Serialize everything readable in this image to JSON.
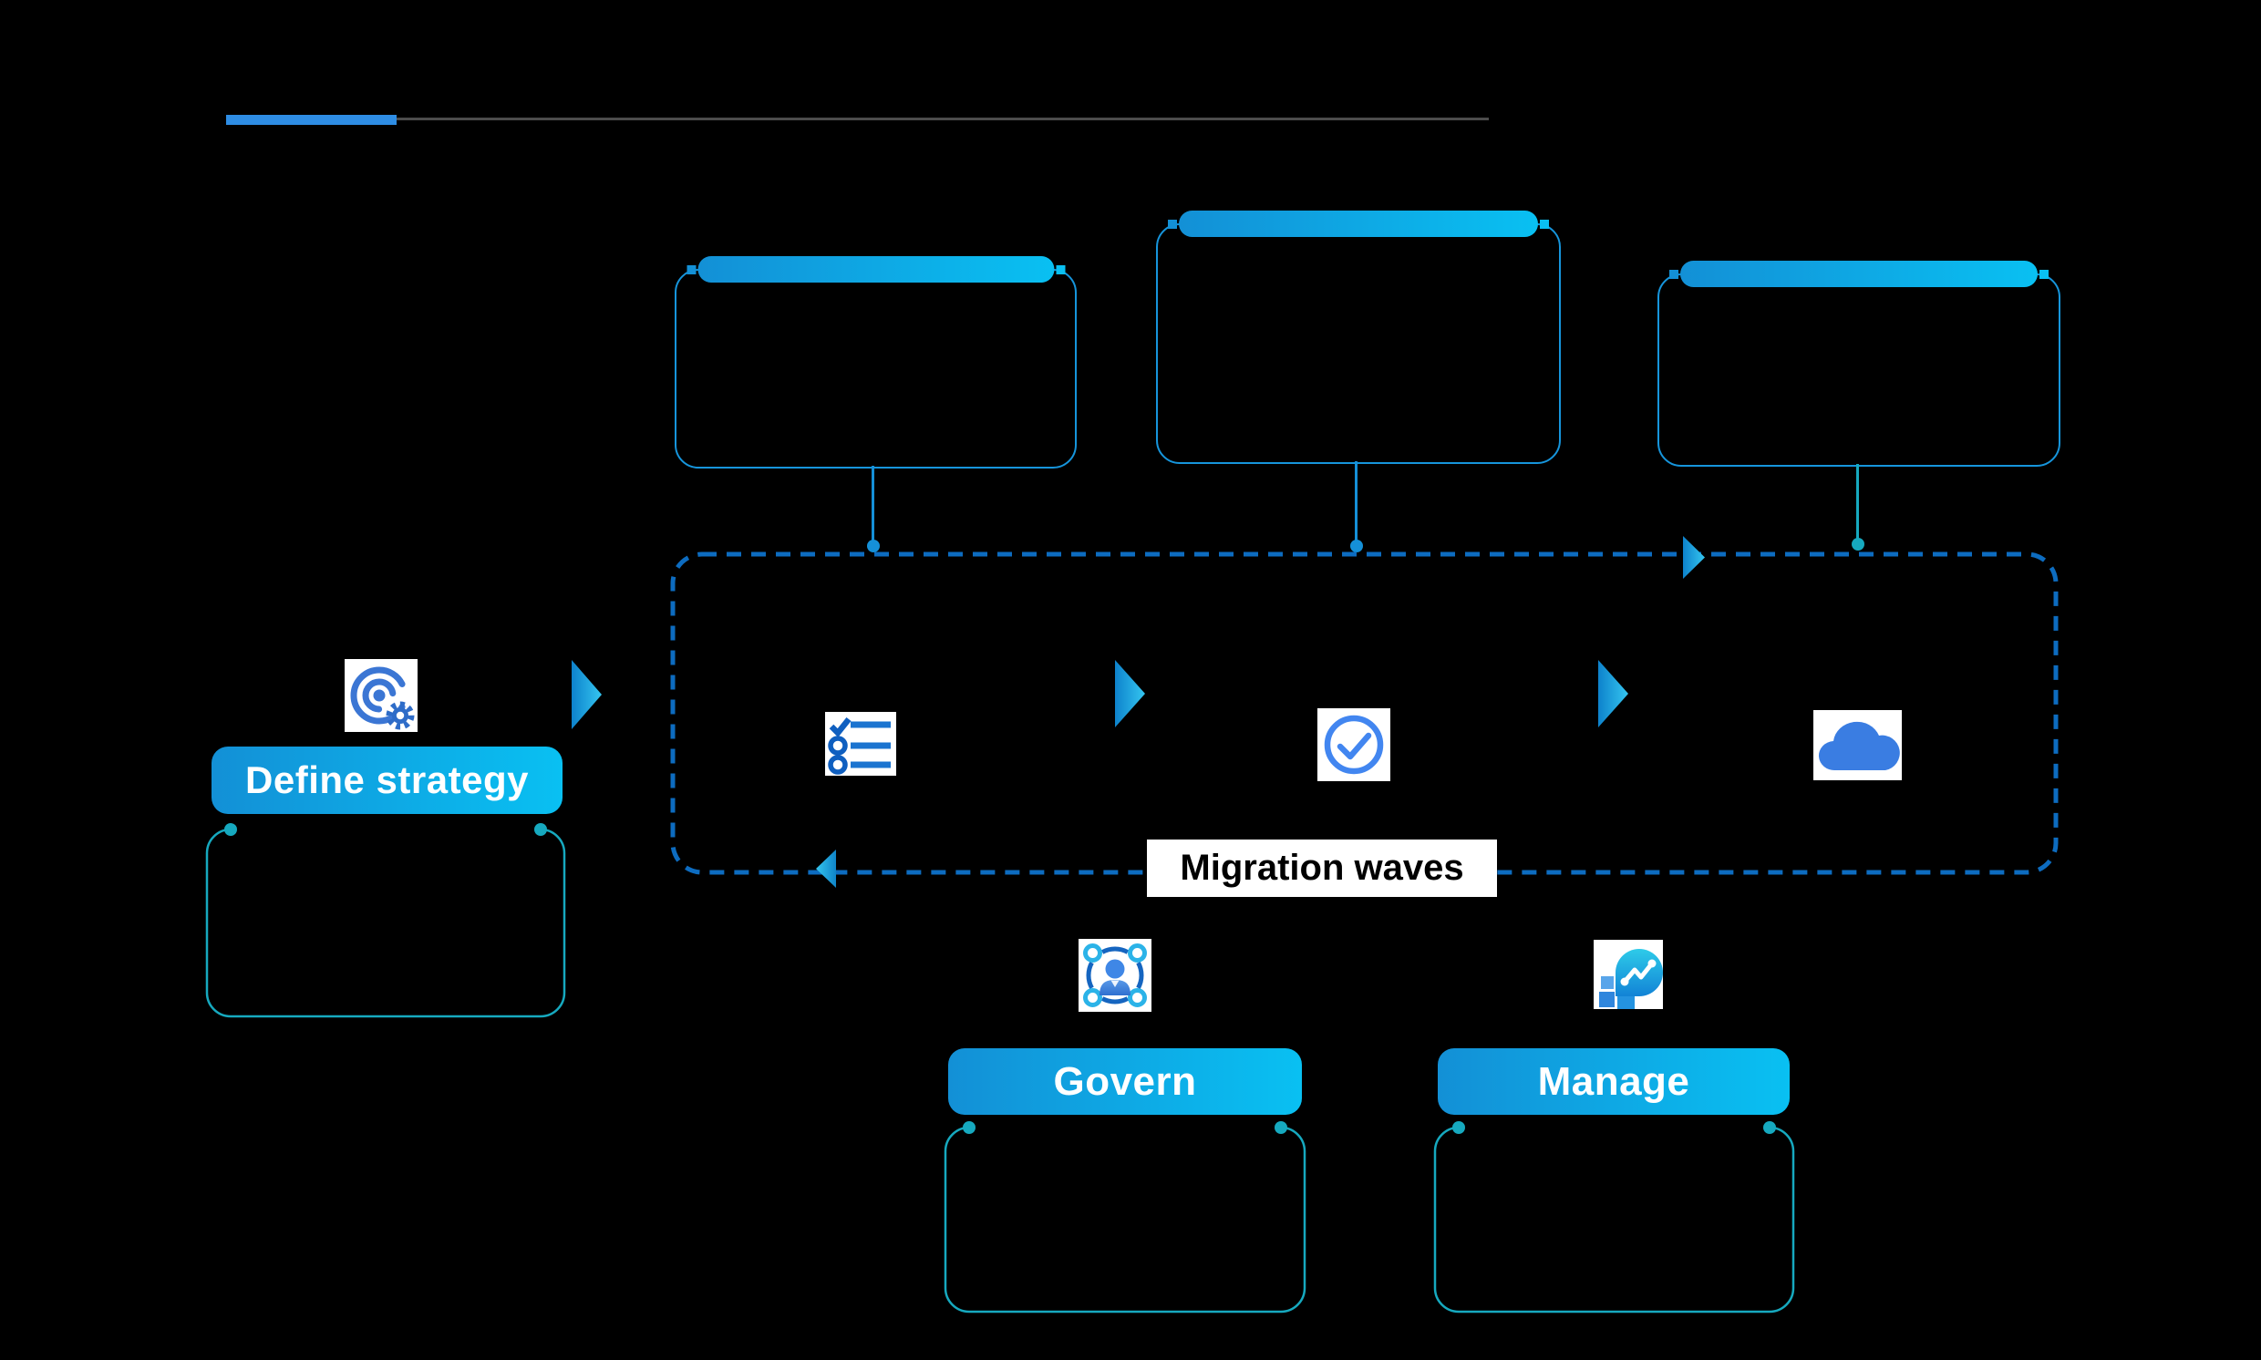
{
  "diagram": {
    "labels": {
      "define_strategy": "Define strategy",
      "migration_waves": "Migration waves",
      "govern": "Govern",
      "manage": "Manage"
    },
    "colors": {
      "background": "#000000",
      "accent": "#2e8de4",
      "rule": "#4c4c4c",
      "box-blue": "#1695dc",
      "conn-blue": "#1590d8",
      "teal": "#16a9bf",
      "dash-blue": "#0d6cc0",
      "pill-grad-start": "#1390d6",
      "pill-grad-end": "#09c0f2",
      "label-bg": "#ffffff",
      "label-text": "#000000",
      "pill-text": "#ffffff"
    },
    "icons": [
      {
        "name": "strategy-target-gear-icon"
      },
      {
        "name": "checklist-icon"
      },
      {
        "name": "check-circle-icon"
      },
      {
        "name": "cloud-icon"
      },
      {
        "name": "govern-community-icon"
      },
      {
        "name": "manage-analytics-icon"
      }
    ]
  }
}
